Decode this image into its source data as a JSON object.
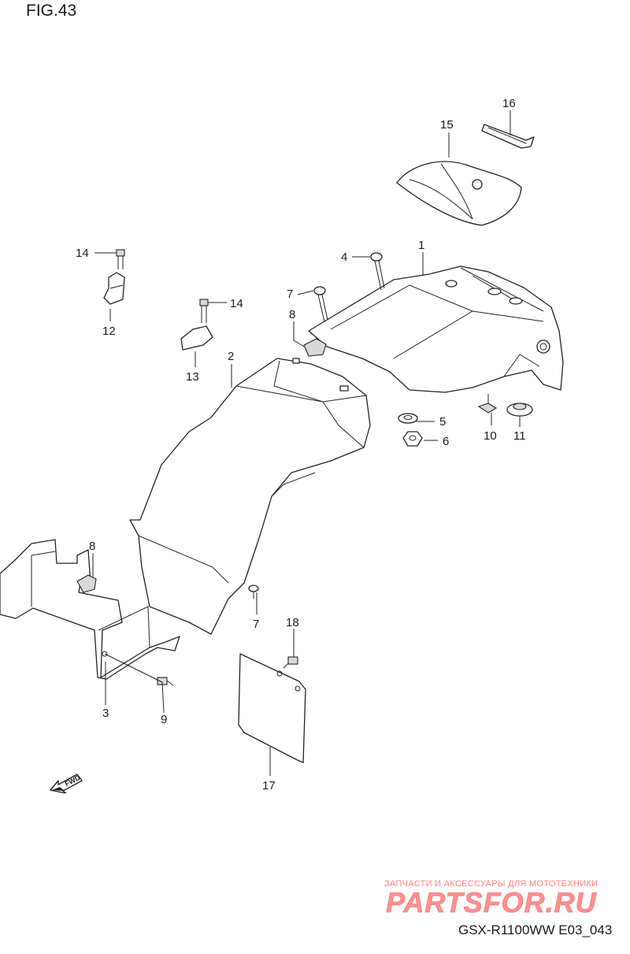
{
  "figure": {
    "title": "FIG.43",
    "model_code": "GSX-R1100WW  E03_043"
  },
  "watermark": {
    "tagline": "ЗАПЧАСТИ И АКСЕССУАРЫ ДЛЯ МОТОТЕХНИКИ",
    "brand": "PARTSFOR.RU",
    "brand_color": "#ff7f7f"
  },
  "direction_arrow": {
    "label": "FWD",
    "icon": "fwd-arrow-icon"
  },
  "callouts": [
    {
      "id": "c1",
      "text": "1"
    },
    {
      "id": "c2",
      "text": "2"
    },
    {
      "id": "c3",
      "text": "3"
    },
    {
      "id": "c4",
      "text": "4"
    },
    {
      "id": "c5",
      "text": "5"
    },
    {
      "id": "c6",
      "text": "6"
    },
    {
      "id": "c7a",
      "text": "7"
    },
    {
      "id": "c7b",
      "text": "7"
    },
    {
      "id": "c8a",
      "text": "8"
    },
    {
      "id": "c8b",
      "text": "8"
    },
    {
      "id": "c9",
      "text": "9"
    },
    {
      "id": "c10",
      "text": "10"
    },
    {
      "id": "c11",
      "text": "11"
    },
    {
      "id": "c12",
      "text": "12"
    },
    {
      "id": "c13",
      "text": "13"
    },
    {
      "id": "c14a",
      "text": "14"
    },
    {
      "id": "c14b",
      "text": "14"
    },
    {
      "id": "c15",
      "text": "15"
    },
    {
      "id": "c16",
      "text": "16"
    },
    {
      "id": "c17",
      "text": "17"
    },
    {
      "id": "c18",
      "text": "18"
    }
  ]
}
